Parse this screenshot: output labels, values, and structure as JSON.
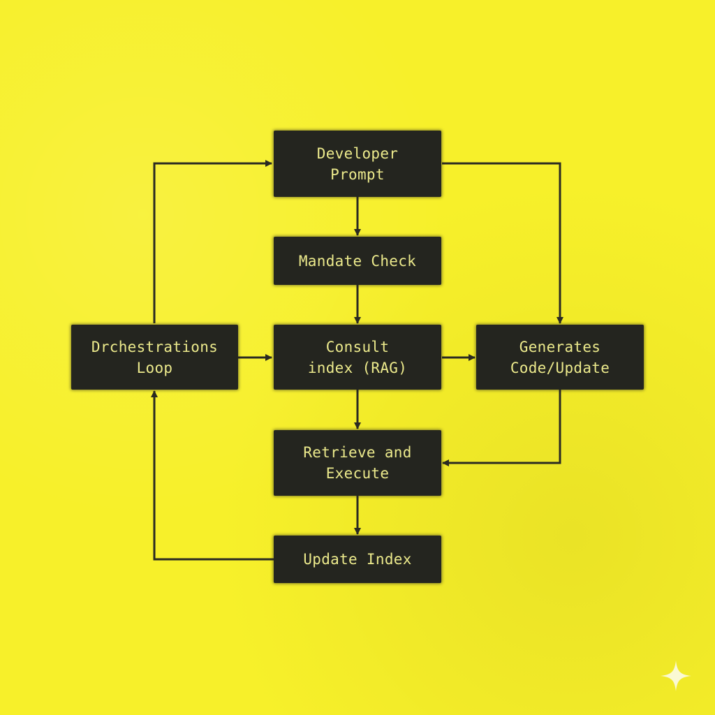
{
  "diagram": {
    "nodes": {
      "developer_prompt": "Developer\nPrompt",
      "mandate_check": "Mandate Check",
      "consult_index": "Consult\nindex (RAG)",
      "orchestrations_loop": "Drchestrations\nLoop",
      "generates_code": "Generates\nCode/Update",
      "retrieve_execute": "Retrieve and\nExecute",
      "update_index": "Update Index"
    },
    "edges": [
      {
        "from": "developer_prompt",
        "to": "mandate_check"
      },
      {
        "from": "mandate_check",
        "to": "consult_index"
      },
      {
        "from": "consult_index",
        "to": "retrieve_execute"
      },
      {
        "from": "retrieve_execute",
        "to": "update_index"
      },
      {
        "from": "orchestrations_loop",
        "to": "consult_index"
      },
      {
        "from": "consult_index",
        "to": "generates_code"
      },
      {
        "from": "developer_prompt",
        "to": "generates_code"
      },
      {
        "from": "generates_code",
        "to": "retrieve_execute"
      },
      {
        "from": "orchestrations_loop",
        "to": "developer_prompt"
      },
      {
        "from": "update_index",
        "to": "orchestrations_loop"
      }
    ]
  },
  "colors": {
    "background": "#f7f02a",
    "box": "#24251f",
    "text": "#ecea8c",
    "line": "#2a2a22"
  }
}
